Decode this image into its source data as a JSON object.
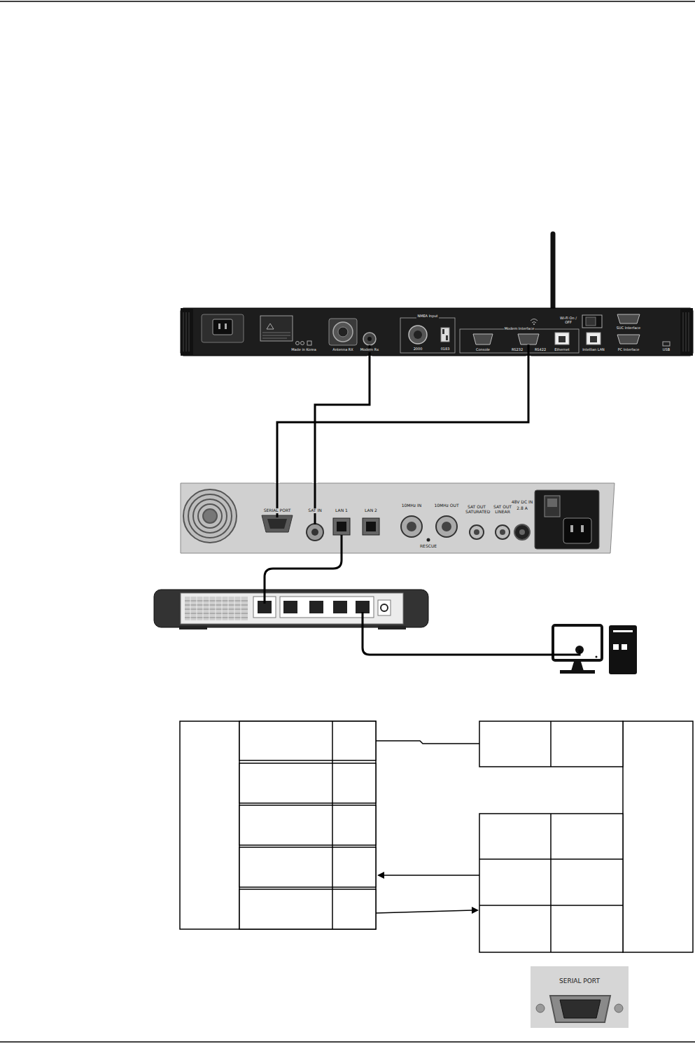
{
  "diagram": {
    "nodes": [
      {
        "text": [
          "NMEA Input",
          "Antenna RX",
          "Modem Rx",
          "2000",
          "0183",
          "Made in Korea",
          "Modem Interface",
          "Console",
          "RS232",
          "RS422",
          "Ethernet",
          "Intellian LAN",
          "Wi-Fi On / OFF",
          "SUC Interface",
          "PC Interface",
          "USB"
        ]
      },
      {
        "text": [
          "SERIAL PORT",
          "SAT IN",
          "LAN 1",
          "LAN 2",
          "10MHz IN",
          "10MHz OUT",
          "RESCUE",
          "SAT OUT SATURATED",
          "SAT OUT LINEAR",
          "48V DC IN",
          "2.8 A"
        ]
      }
    ],
    "edges": [
      {
        "from": 0,
        "to": 1,
        "arrow": "none"
      },
      {
        "from": 0,
        "to": 1,
        "arrow": "none"
      }
    ],
    "labels": [
      "SERIAL PORT"
    ]
  }
}
